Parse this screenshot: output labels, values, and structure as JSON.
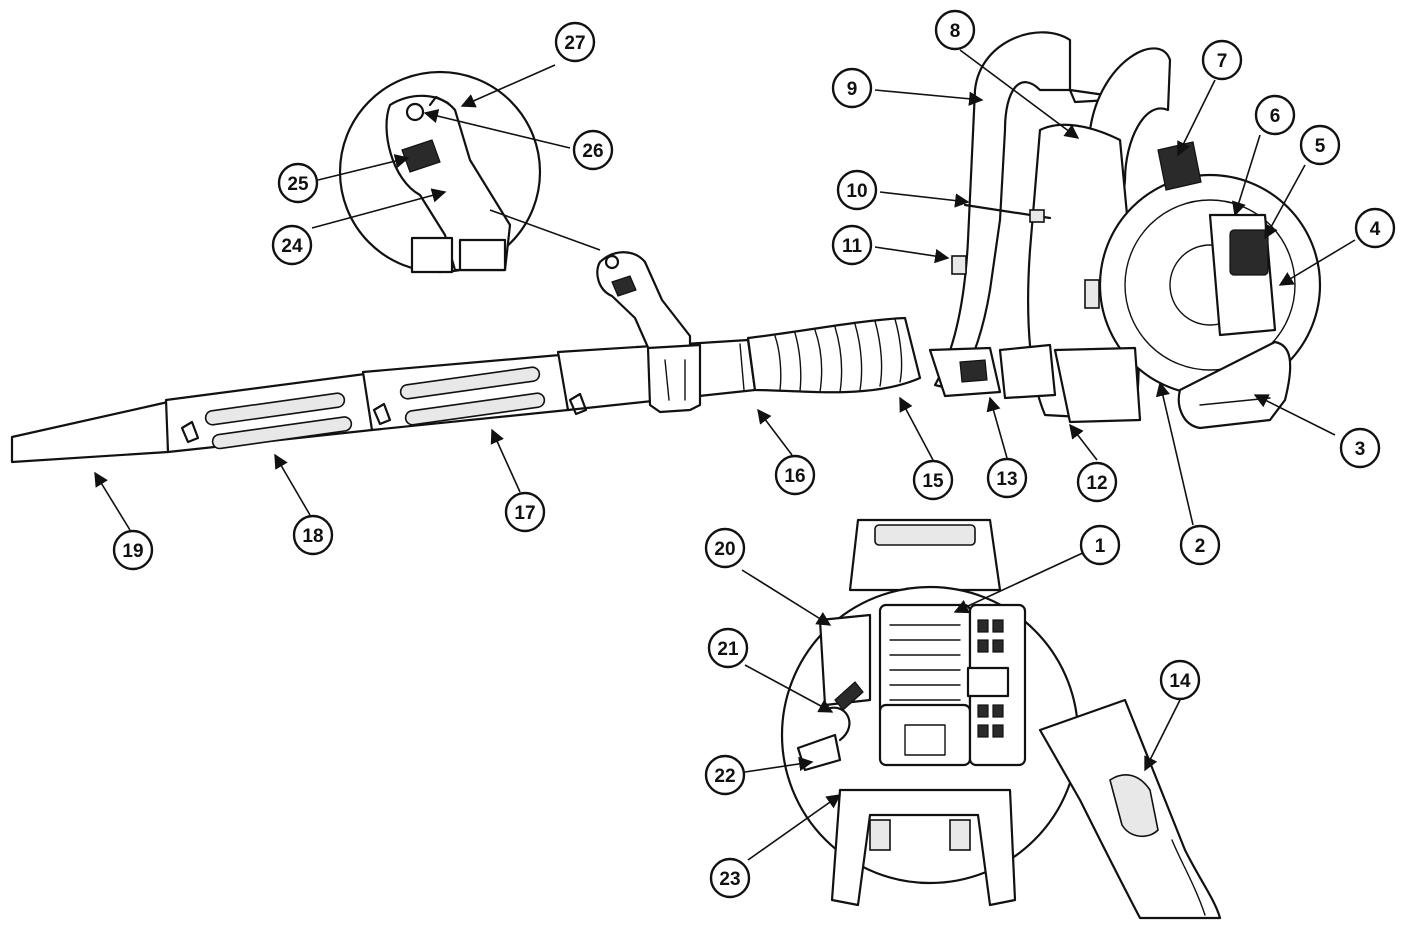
{
  "callouts": [
    {
      "id": "1",
      "label": "1"
    },
    {
      "id": "2",
      "label": "2"
    },
    {
      "id": "3",
      "label": "3"
    },
    {
      "id": "4",
      "label": "4"
    },
    {
      "id": "5",
      "label": "5"
    },
    {
      "id": "6",
      "label": "6"
    },
    {
      "id": "7",
      "label": "7"
    },
    {
      "id": "8",
      "label": "8"
    },
    {
      "id": "9",
      "label": "9"
    },
    {
      "id": "10",
      "label": "10"
    },
    {
      "id": "11",
      "label": "11"
    },
    {
      "id": "12",
      "label": "12"
    },
    {
      "id": "13",
      "label": "13"
    },
    {
      "id": "14",
      "label": "14"
    },
    {
      "id": "15",
      "label": "15"
    },
    {
      "id": "16",
      "label": "16"
    },
    {
      "id": "17",
      "label": "17"
    },
    {
      "id": "18",
      "label": "18"
    },
    {
      "id": "19",
      "label": "19"
    },
    {
      "id": "20",
      "label": "20"
    },
    {
      "id": "21",
      "label": "21"
    },
    {
      "id": "22",
      "label": "22"
    },
    {
      "id": "23",
      "label": "23"
    },
    {
      "id": "24",
      "label": "24"
    },
    {
      "id": "25",
      "label": "25"
    },
    {
      "id": "26",
      "label": "26"
    },
    {
      "id": "27",
      "label": "27"
    }
  ],
  "colors": {
    "line": "#111111",
    "background": "#ffffff",
    "fill_light": "#e8e8e8"
  }
}
